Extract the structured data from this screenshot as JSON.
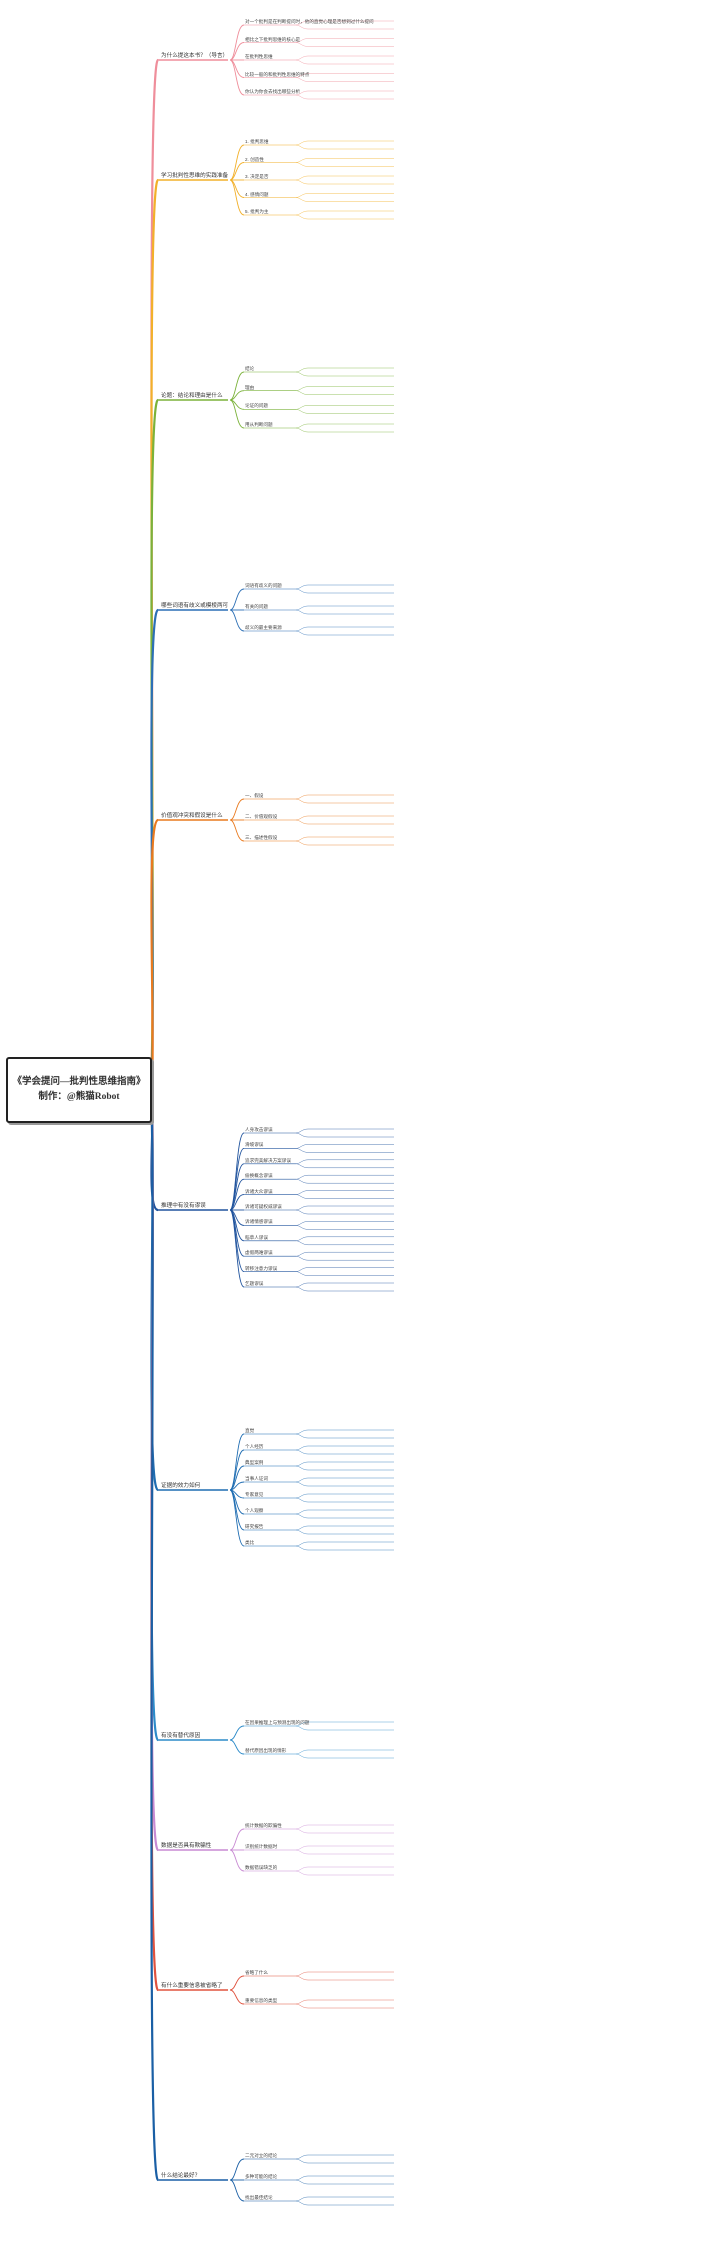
{
  "root": {
    "line1": "《学会提问—批判性思维指南》",
    "line2": "制作：@熊猫Robot"
  },
  "colors": {
    "branch1": "#ef8e9b",
    "branch2": "#f2b02a",
    "branch3": "#7bb23a",
    "branch4": "#2c6fb5",
    "branch5": "#e97a1f",
    "branch6": "#21549e",
    "branch7": "#1f6db2",
    "branch8": "#2d8bc9",
    "branch9": "#c88ad3",
    "branch10": "#e0533f",
    "branch11": "#1a5fa5"
  },
  "branches": [
    {
      "label": "为什么提这本书？（导言）",
      "sub": [
        "对一个批判是在判断提问时，他的直觉心理是否想到过什么提问",
        "相比之下批判思维的核心是",
        "在批判性思维",
        "比较一般的和批判性思维的特点",
        "你认为你会去找出哪些分析"
      ]
    },
    {
      "label": "学习批判性思维的实践准备",
      "sub": [
        "1. 批判思维",
        "2. 创造性",
        "3. 决定是否",
        "4. 感情问题",
        "5. 批判为主"
      ]
    },
    {
      "label": "论题：结论和理由是什么",
      "sub": [
        "结论",
        "理由",
        "论证的问题",
        "用从判断问题"
      ]
    },
    {
      "label": "哪些词语有歧义或模棱两可",
      "sub": [
        "词语有歧义的问题",
        "有关的问题",
        "歧义的最主要来源"
      ]
    },
    {
      "label": "价值观冲突和假设是什么",
      "sub": [
        "一、假设",
        "二、价值观假设",
        "三、描述性假设"
      ]
    },
    {
      "label": "推理中有没有谬误",
      "sub": [
        "人身攻击谬误",
        "滑坡谬误",
        "追求完美解决方案谬误",
        "偷换概念谬误",
        "诉诸大众谬误",
        "诉诸可疑权威谬误",
        "诉诸情感谬误",
        "稻草人谬误",
        "虚假两难谬误",
        "转移注意力谬误",
        "乞题谬误"
      ]
    },
    {
      "label": "证据的效力如何",
      "sub": [
        "直觉",
        "个人经历",
        "典型案例",
        "当事人证词",
        "专家意见",
        "个人观察",
        "研究报告",
        "类比"
      ]
    },
    {
      "label": "有没有替代原因",
      "sub": [
        "在因果推理上与预测出现的问题",
        "替代原因出现的情形"
      ]
    },
    {
      "label": "数据是否具有欺骗性",
      "sub": [
        "统计数据的欺骗性",
        "识别统计数据时",
        "数据错误缺乏的"
      ]
    },
    {
      "label": "有什么重要信息被省略了",
      "sub": [
        "省略了什么",
        "重要信息的类型"
      ]
    },
    {
      "label": "什么结论最好？",
      "sub": [
        "二元对立的结论",
        "多种可能的结论",
        "找出最佳结论"
      ]
    }
  ]
}
